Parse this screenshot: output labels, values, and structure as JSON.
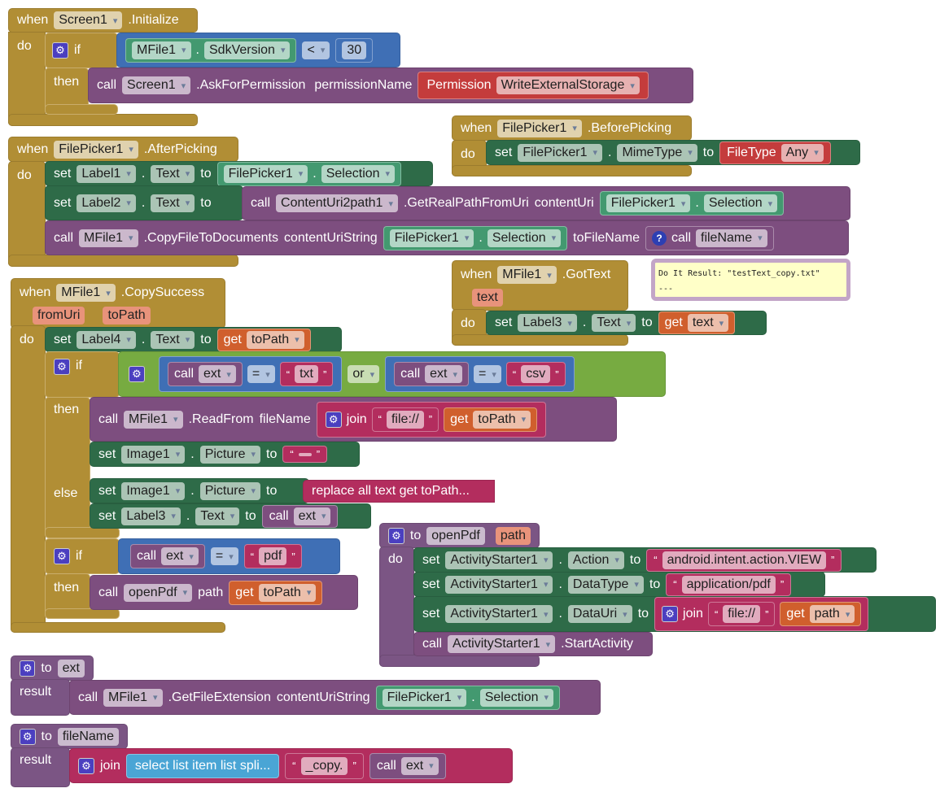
{
  "kw": {
    "when": "when",
    "do": "do",
    "set": "set",
    "to": "to",
    "call": "call",
    "get": "get",
    "if": "if",
    "then": "then",
    "else": "else",
    "dot": ".",
    "join": "join",
    "result": "result",
    "or": "or",
    "oq": "“",
    "cq": "”"
  },
  "init": {
    "component": "Screen1",
    "event": ".Initialize",
    "getter_component": "MFile1",
    "getter_prop": "SdkVersion",
    "op": "<",
    "num": "30",
    "call_component": "Screen1",
    "method": ".AskForPermission",
    "param": "permissionName",
    "perm_label": "Permission",
    "perm_value": "WriteExternalStorage"
  },
  "before": {
    "component": "FilePicker1",
    "event": ".BeforePicking",
    "set_component": "FilePicker1",
    "set_prop": "MimeType",
    "ft_label": "FileType",
    "ft_value": "Any"
  },
  "after": {
    "component": "FilePicker1",
    "event": ".AfterPicking",
    "r1": {
      "comp": "Label1",
      "prop": "Text",
      "g_comp": "FilePicker1",
      "g_prop": "Selection"
    },
    "r2": {
      "comp": "Label2",
      "prop": "Text",
      "call_comp": "ContentUri2path1",
      "method": ".GetRealPathFromUri",
      "param": "contentUri",
      "g_comp": "FilePicker1",
      "g_prop": "Selection"
    },
    "r3": {
      "comp": "MFile1",
      "method": ".CopyFileToDocuments",
      "param": "contentUriString",
      "g_comp": "FilePicker1",
      "g_prop": "Selection",
      "param2": "toFileName",
      "proc": "fileName"
    }
  },
  "tooltip": {
    "line1": "Do It Result: \"testText_copy.txt\"",
    "line2": "---"
  },
  "gottext": {
    "component": "MFile1",
    "event": ".GotText",
    "param": "text",
    "set_comp": "Label3",
    "set_prop": "Text",
    "get_var": "text"
  },
  "copy": {
    "component": "MFile1",
    "event": ".CopySuccess",
    "p1": "fromUri",
    "p2": "toPath",
    "s1": {
      "comp": "Label4",
      "prop": "Text",
      "var": "toPath"
    },
    "cond": {
      "proc1": "ext",
      "op1": "=",
      "str1": "txt",
      "or": "or",
      "proc2": "ext",
      "op2": "=",
      "str2": "csv"
    },
    "read": {
      "comp": "MFile1",
      "method": ".ReadFrom",
      "param": "fileName",
      "str": "file://",
      "var": "toPath"
    },
    "s2": {
      "comp": "Image1",
      "prop": "Picture",
      "str": " "
    },
    "e1": {
      "comp": "Image1",
      "prop": "Picture",
      "collapsed": "replace all text get toPath..."
    },
    "e2": {
      "comp": "Label3",
      "prop": "Text",
      "proc": "ext"
    },
    "cond2": {
      "proc": "ext",
      "op": "=",
      "str": "pdf"
    },
    "open": {
      "proc": "openPdf",
      "param": "path",
      "var": "toPath"
    }
  },
  "openpdf": {
    "name": "openPdf",
    "param": "path",
    "r1": {
      "comp": "ActivityStarter1",
      "prop": "Action",
      "str": "android.intent.action.VIEW"
    },
    "r2": {
      "comp": "ActivityStarter1",
      "prop": "DataType",
      "str": "application/pdf"
    },
    "r3": {
      "comp": "ActivityStarter1",
      "prop": "DataUri",
      "str": "file://",
      "var": "path"
    },
    "r4": {
      "comp": "ActivityStarter1",
      "method": ".StartActivity"
    }
  },
  "ext": {
    "name": "ext",
    "comp": "MFile1",
    "method": ".GetFileExtension",
    "param": "contentUriString",
    "g_comp": "FilePicker1",
    "g_prop": "Selection"
  },
  "filename": {
    "name": "fileName",
    "collapsed": "select list item  list spli...",
    "str": "_copy.",
    "proc": "ext"
  }
}
